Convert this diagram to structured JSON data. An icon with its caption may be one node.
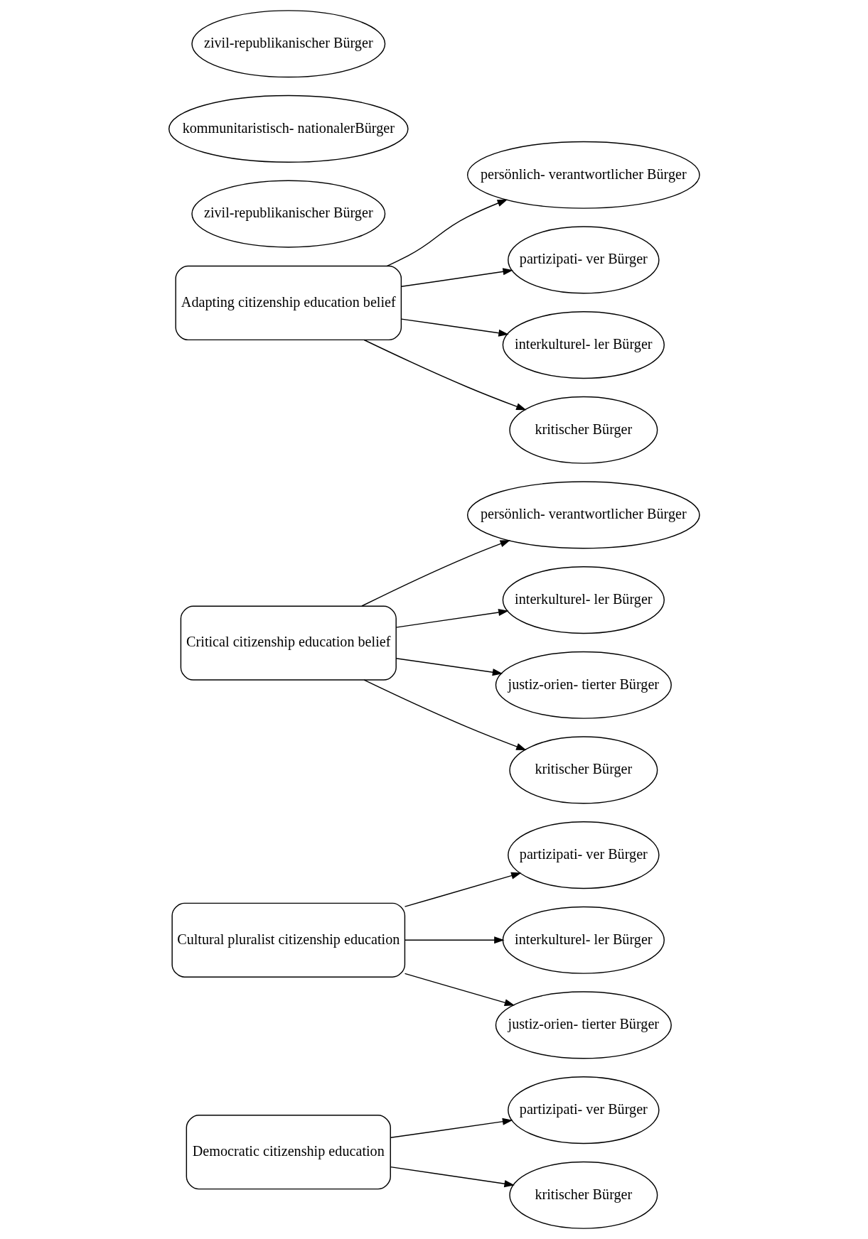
{
  "diagram": {
    "nodes": [
      {
        "text": [
          "Adapting citizenship education belief"
        ]
      },
      {
        "text": [
          "persönlich- verantwortlicher Bürger"
        ]
      },
      {
        "text": [
          "zivil-republikanischer Bürger"
        ]
      },
      {
        "text": [
          "kommunitaristisch- nationalerBürger"
        ]
      },
      {
        "text": [
          "partizipati- ver Bürger"
        ]
      },
      {
        "text": [
          "interkulturel- ler Bürger"
        ]
      },
      {
        "text": [
          "kritischer Bürger"
        ]
      },
      {
        "text": [
          "Critical citizenship education belief"
        ]
      },
      {
        "text": [
          "persönlich- verantwortlicher Bürger"
        ]
      },
      {
        "text": [
          "zivil-republikanischer Bürger"
        ]
      },
      {
        "text": [
          "interkulturel- ler Bürger"
        ]
      },
      {
        "text": [
          "justiz-orien- tierter Bürger"
        ]
      },
      {
        "text": [
          "kritischer Bürger"
        ]
      },
      {
        "text": [
          "Cultural pluralist citizenship education"
        ]
      },
      {
        "text": [
          "partizipati- ver Bürger"
        ]
      },
      {
        "text": [
          "interkulturel- ler Bürger"
        ]
      },
      {
        "text": [
          "justiz-orien- tierter Bürger"
        ]
      },
      {
        "text": [
          "Democratic citizenship education"
        ]
      },
      {
        "text": [
          "partizipati- ver Bürger"
        ]
      },
      {
        "text": [
          "kritischer Bürger"
        ]
      }
    ],
    "edges": [
      {
        "from": 0,
        "to": 1,
        "arrow": "to"
      },
      {
        "from": 0,
        "to": 4,
        "arrow": "to"
      },
      {
        "from": 0,
        "to": 5,
        "arrow": "to"
      },
      {
        "from": 0,
        "to": 6,
        "arrow": "to"
      },
      {
        "from": 7,
        "to": 8,
        "arrow": "to"
      },
      {
        "from": 7,
        "to": 10,
        "arrow": "to"
      },
      {
        "from": 7,
        "to": 11,
        "arrow": "to"
      },
      {
        "from": 7,
        "to": 12,
        "arrow": "to"
      },
      {
        "from": 13,
        "to": 14,
        "arrow": "to"
      },
      {
        "from": 13,
        "to": 15,
        "arrow": "to"
      },
      {
        "from": 13,
        "to": 16,
        "arrow": "to"
      },
      {
        "from": 17,
        "to": 18,
        "arrow": "to"
      },
      {
        "from": 17,
        "to": 19,
        "arrow": "to"
      }
    ]
  }
}
